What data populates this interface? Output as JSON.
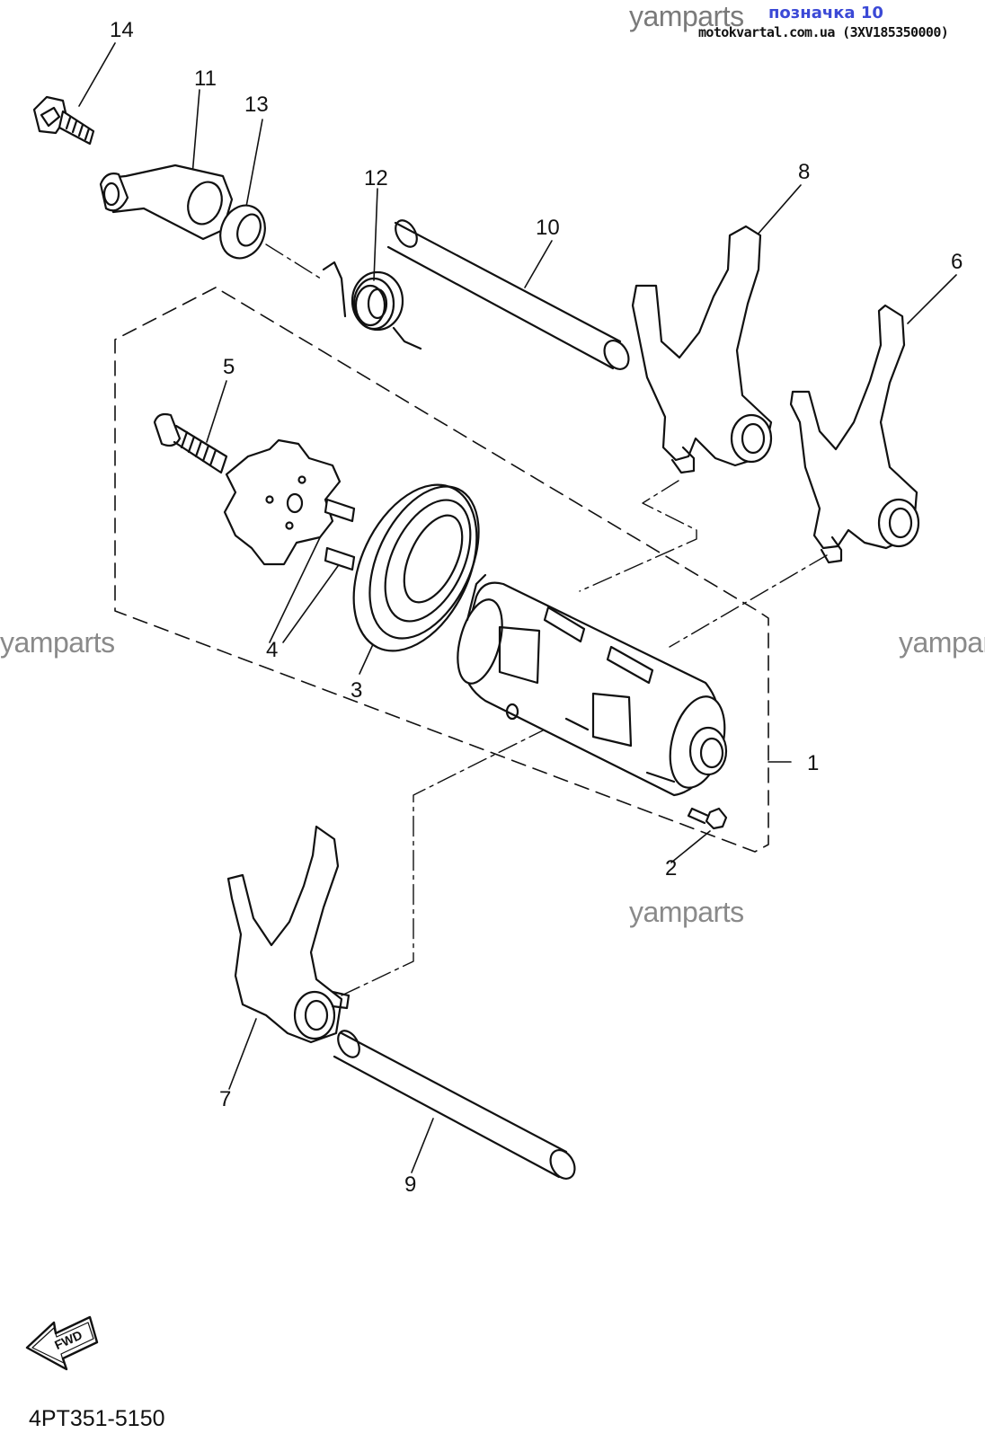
{
  "header": {
    "watermark": "yamparts",
    "mark": "позначка 10",
    "site": "motokvartal.com.ua (3XV185350000)"
  },
  "watermarks": {
    "left": "yamparts",
    "right": "yamparts",
    "bottom": "yamparts"
  },
  "callouts": {
    "c1": "1",
    "c2": "2",
    "c3": "3",
    "c4": "4",
    "c5": "5",
    "c6": "6",
    "c7": "7",
    "c8": "8",
    "c9": "9",
    "c10": "10",
    "c11": "11",
    "c12": "12",
    "c13": "13",
    "c14": "14"
  },
  "fwd_label": "FWD",
  "part_code": "4PT351-5150"
}
